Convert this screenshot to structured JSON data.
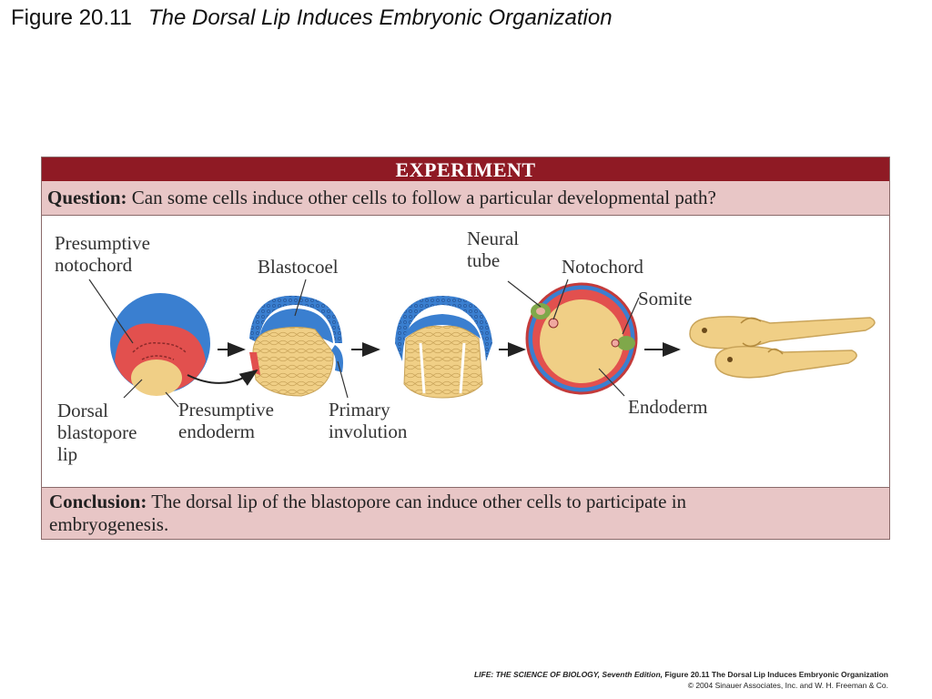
{
  "figure": {
    "number": "Figure 20.11",
    "title": "The Dorsal Lip Induces Embryonic Organization"
  },
  "panel": {
    "header": "EXPERIMENT",
    "question_label": "Question:",
    "question_text": "Can some cells induce other cells to follow a particular developmental path?",
    "conclusion_label": "Conclusion:",
    "conclusion_line1": "The dorsal lip of the blastopore can induce other cells to participate in",
    "conclusion_line2": "embryogenesis."
  },
  "labels": {
    "presumptive_notochord_1": "Presumptive",
    "presumptive_notochord_2": "notochord",
    "blastocoel": "Blastocoel",
    "neural_tube_1": "Neural",
    "neural_tube_2": "tube",
    "notochord": "Notochord",
    "somite": "Somite",
    "dorsal_lip_1": "Dorsal",
    "dorsal_lip_2": "blastopore",
    "dorsal_lip_3": "lip",
    "presumptive_endoderm_1": "Presumptive",
    "presumptive_endoderm_2": "endoderm",
    "primary_involution_1": "Primary",
    "primary_involution_2": "involution",
    "endoderm": "Endoderm"
  },
  "credit": {
    "book": "LIFE: THE SCIENCE OF BIOLOGY, Seventh Edition,",
    "figure_ref": "Figure 20.11 The Dorsal Lip Induces Embryonic Organization",
    "copyright": "© 2004 Sinauer Associates, Inc. and W. H. Freeman & Co."
  },
  "colors": {
    "header_bg": "#8f1a24",
    "band_bg": "#e8c6c6",
    "ectoderm_blue": "#3a7fd0",
    "mesoderm_red": "#e2504e",
    "yolk_tan": "#f0cf86",
    "neural_green": "#7fa84a"
  }
}
